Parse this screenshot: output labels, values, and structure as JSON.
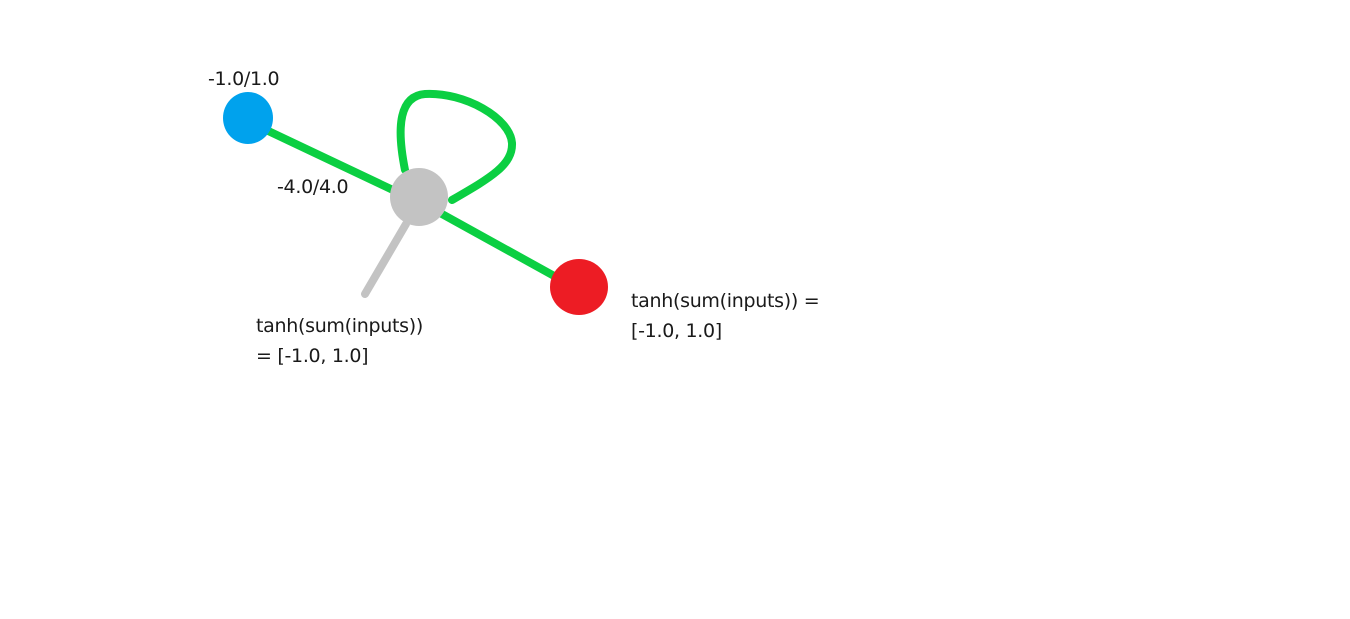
{
  "diagram": {
    "nodes": {
      "input": {
        "range_label": "-1.0/1.0",
        "color": "#00a2ed"
      },
      "hidden": {
        "activation_line1": "tanh(sum(inputs))",
        "activation_line2": "= [-1.0, 1.0]",
        "color": "#c3c3c3"
      },
      "output": {
        "activation_line1": "tanh(sum(inputs)) =",
        "activation_line2": "[-1.0, 1.0]",
        "color": "#ed1c24"
      }
    },
    "connections": {
      "input_to_hidden": {
        "weight_range_label": "-4.0/4.0",
        "color": "#0bcf42"
      },
      "hidden_recurrent": {
        "color": "#0bcf42"
      },
      "hidden_to_output": {
        "color": "#0bcf42"
      },
      "hidden_bias": {
        "color": "#c3c3c3"
      }
    }
  }
}
